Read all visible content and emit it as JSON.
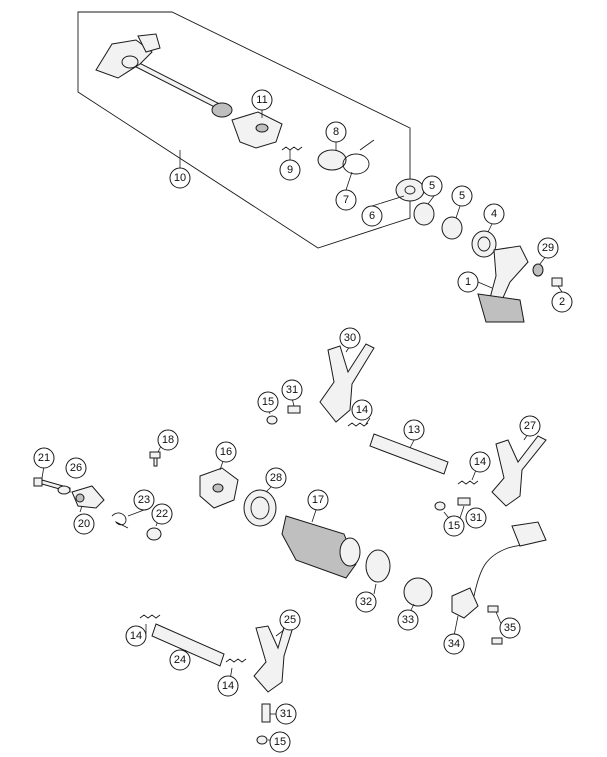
{
  "callouts": [
    {
      "id": "c1",
      "label": "1"
    },
    {
      "id": "c2",
      "label": "2"
    },
    {
      "id": "c4",
      "label": "4"
    },
    {
      "id": "c5a",
      "label": "5"
    },
    {
      "id": "c5b",
      "label": "5"
    },
    {
      "id": "c6",
      "label": "6"
    },
    {
      "id": "c7",
      "label": "7"
    },
    {
      "id": "c8",
      "label": "8"
    },
    {
      "id": "c9",
      "label": "9"
    },
    {
      "id": "c10",
      "label": "10"
    },
    {
      "id": "c11",
      "label": "11"
    },
    {
      "id": "c13",
      "label": "13"
    },
    {
      "id": "c14a",
      "label": "14"
    },
    {
      "id": "c14b",
      "label": "14"
    },
    {
      "id": "c14c",
      "label": "14"
    },
    {
      "id": "c14d",
      "label": "14"
    },
    {
      "id": "c15a",
      "label": "15"
    },
    {
      "id": "c15b",
      "label": "15"
    },
    {
      "id": "c15c",
      "label": "15"
    },
    {
      "id": "c16",
      "label": "16"
    },
    {
      "id": "c17",
      "label": "17"
    },
    {
      "id": "c18",
      "label": "18"
    },
    {
      "id": "c20",
      "label": "20"
    },
    {
      "id": "c21",
      "label": "21"
    },
    {
      "id": "c22",
      "label": "22"
    },
    {
      "id": "c23",
      "label": "23"
    },
    {
      "id": "c24",
      "label": "24"
    },
    {
      "id": "c25",
      "label": "25"
    },
    {
      "id": "c26",
      "label": "26"
    },
    {
      "id": "c27",
      "label": "27"
    },
    {
      "id": "c28",
      "label": "28"
    },
    {
      "id": "c29",
      "label": "29"
    },
    {
      "id": "c30",
      "label": "30"
    },
    {
      "id": "c31a",
      "label": "31"
    },
    {
      "id": "c31b",
      "label": "31"
    },
    {
      "id": "c31c",
      "label": "31"
    },
    {
      "id": "c32",
      "label": "32"
    },
    {
      "id": "c33",
      "label": "33"
    },
    {
      "id": "c34",
      "label": "34"
    },
    {
      "id": "c35",
      "label": "35"
    }
  ]
}
